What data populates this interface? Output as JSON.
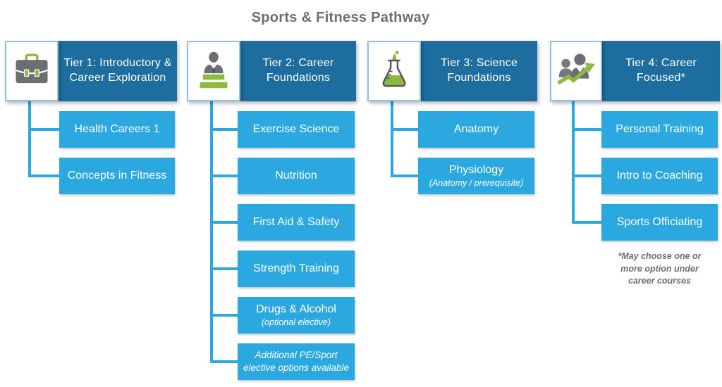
{
  "title": "Sports & Fitness Pathway",
  "colors": {
    "header_blue": "#1d6d9e",
    "course_blue": "#2ca8e0",
    "accent_green": "#8eb83f",
    "icon_gray": "#6d6e71",
    "text_gray": "#6d6e71",
    "background": "#ffffff"
  },
  "tiers": [
    {
      "icon": "briefcase-icon",
      "label": "Tier 1: Introductory & Career Exploration",
      "children": [
        {
          "label": "Health Careers 1"
        },
        {
          "label": "Concepts in Fitness"
        }
      ]
    },
    {
      "icon": "lecturer-podium-icon",
      "label": "Tier 2: Career Foundations",
      "children": [
        {
          "label": "Exercise Science"
        },
        {
          "label": "Nutrition"
        },
        {
          "label": "First Aid & Safety"
        },
        {
          "label": "Strength Training"
        },
        {
          "label": "Drugs & Alcohol",
          "sublabel": "(optional elective)"
        },
        {
          "label": "Additional PE/Sport elective options available"
        }
      ]
    },
    {
      "icon": "science-flask-icon",
      "label": "Tier 3: Science Foundations",
      "children": [
        {
          "label": "Anatomy"
        },
        {
          "label": "Physiology",
          "sublabel": "(Anatomy / prerequisite)"
        }
      ]
    },
    {
      "icon": "people-growth-icon",
      "label": "Tier 4: Career Focused*",
      "children": [
        {
          "label": "Personal Training"
        },
        {
          "label": "Intro to Coaching"
        },
        {
          "label": "Sports Officiating"
        }
      ]
    }
  ],
  "footnote": {
    "lines": [
      "*May choose one or",
      "more option under",
      "career courses"
    ]
  }
}
